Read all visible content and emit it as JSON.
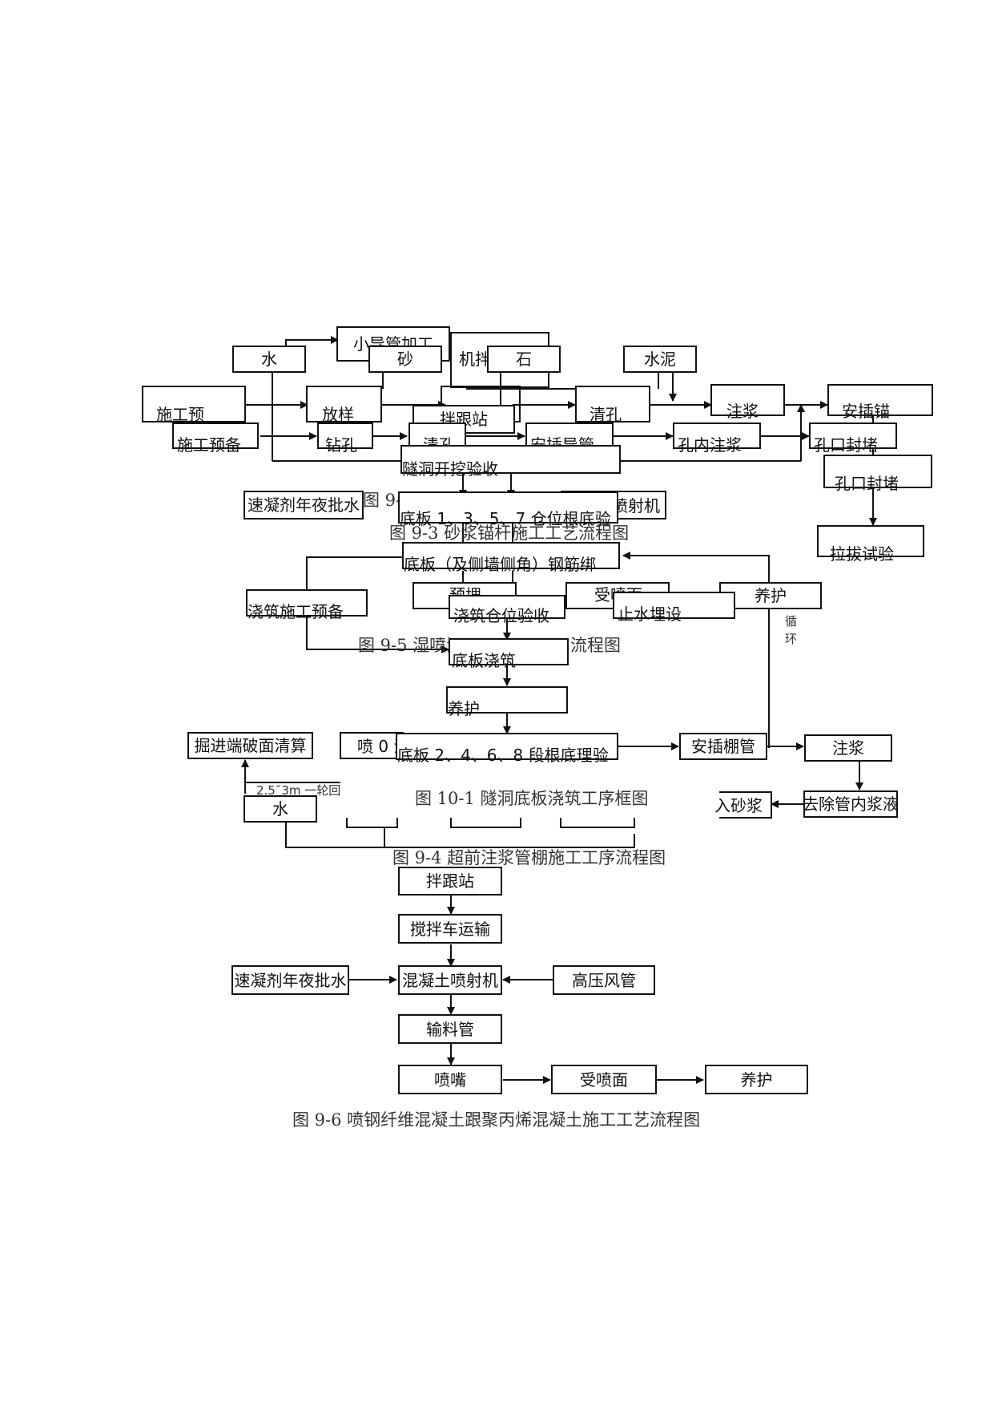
{
  "figures": {
    "fig_9_3": {
      "caption": "图 9-3 砂浆锚杆施工工艺流程图",
      "nodes": {
        "small_pipe": "小导管加工",
        "construction_prep": "施工预",
        "layout": "放样",
        "clear_hole": "清孔",
        "grouting": "注浆",
        "install_anchor": "安插锚",
        "seal_hole": "孔口封堵",
        "pull_test": "拉拔试验"
      }
    },
    "fig_9_4": {
      "caption": "图 9-4 超前注浆管棚施工工序流程图",
      "nodes": {
        "face_clean": "掘进端破面清算",
        "spray": "喷 0 混",
        "install_shed": "安插棚管",
        "grouting": "注浆",
        "remove_slurry": "去除管内浆液",
        "mortar": "入砂浆",
        "round_note": "2.5˜3m 一轮回"
      }
    },
    "fig_9_5": {
      "caption": "图 9-5 湿喷混凝土施工工艺流程图",
      "nodes": {
        "water": "水",
        "sand": "砂",
        "mixer": "机拌",
        "stone": "石",
        "cement": "水泥",
        "mix_station": "拌跟站",
        "accelerator": "速凝剂年夜批水",
        "sprayer": "喷射机"
      }
    },
    "fig_9_2": {
      "nodes": {
        "prep": "施工预备",
        "drill": "钻孔",
        "clean": "清孔",
        "install_pipe": "安插导管",
        "hole_grout": "孔内注浆",
        "seal": "孔口封堵"
      }
    },
    "fig_10_1": {
      "caption": "图 10-1 隧洞底板浇筑工序框图",
      "nodes": {
        "excavation_check": "隧洞开挖验收",
        "base_1357": "底板 1、3、5、7 仓位根底验",
        "rebar": "底板（及侧墙侧角）钢筋绑",
        "embed": "预埋",
        "pour_check": "浇筑仓位验收",
        "stop_water": "止水埋设",
        "pour_prep": "浇筑施工预备",
        "bottom_pour": "底板浇筑",
        "curing": "养护",
        "curing2": "养护",
        "base_2468": "底板 2、4、6、8 段根底理验",
        "spray_face": "受喷面",
        "cycle": "循环"
      }
    },
    "fig_9_6": {
      "caption": "图 9-6 喷钢纤维混凝土跟聚丙烯混凝土施工工艺流程图",
      "nodes": {
        "water": "水",
        "mix_station": "拌跟站",
        "truck": "搅拌车运输",
        "accelerator": "速凝剂年夜批水",
        "sprayer": "混凝土喷射机",
        "air_pipe": "高压风管",
        "feed_pipe": "输料管",
        "nozzle": "喷嘴",
        "spray_face": "受喷面",
        "curing": "养护"
      }
    }
  }
}
